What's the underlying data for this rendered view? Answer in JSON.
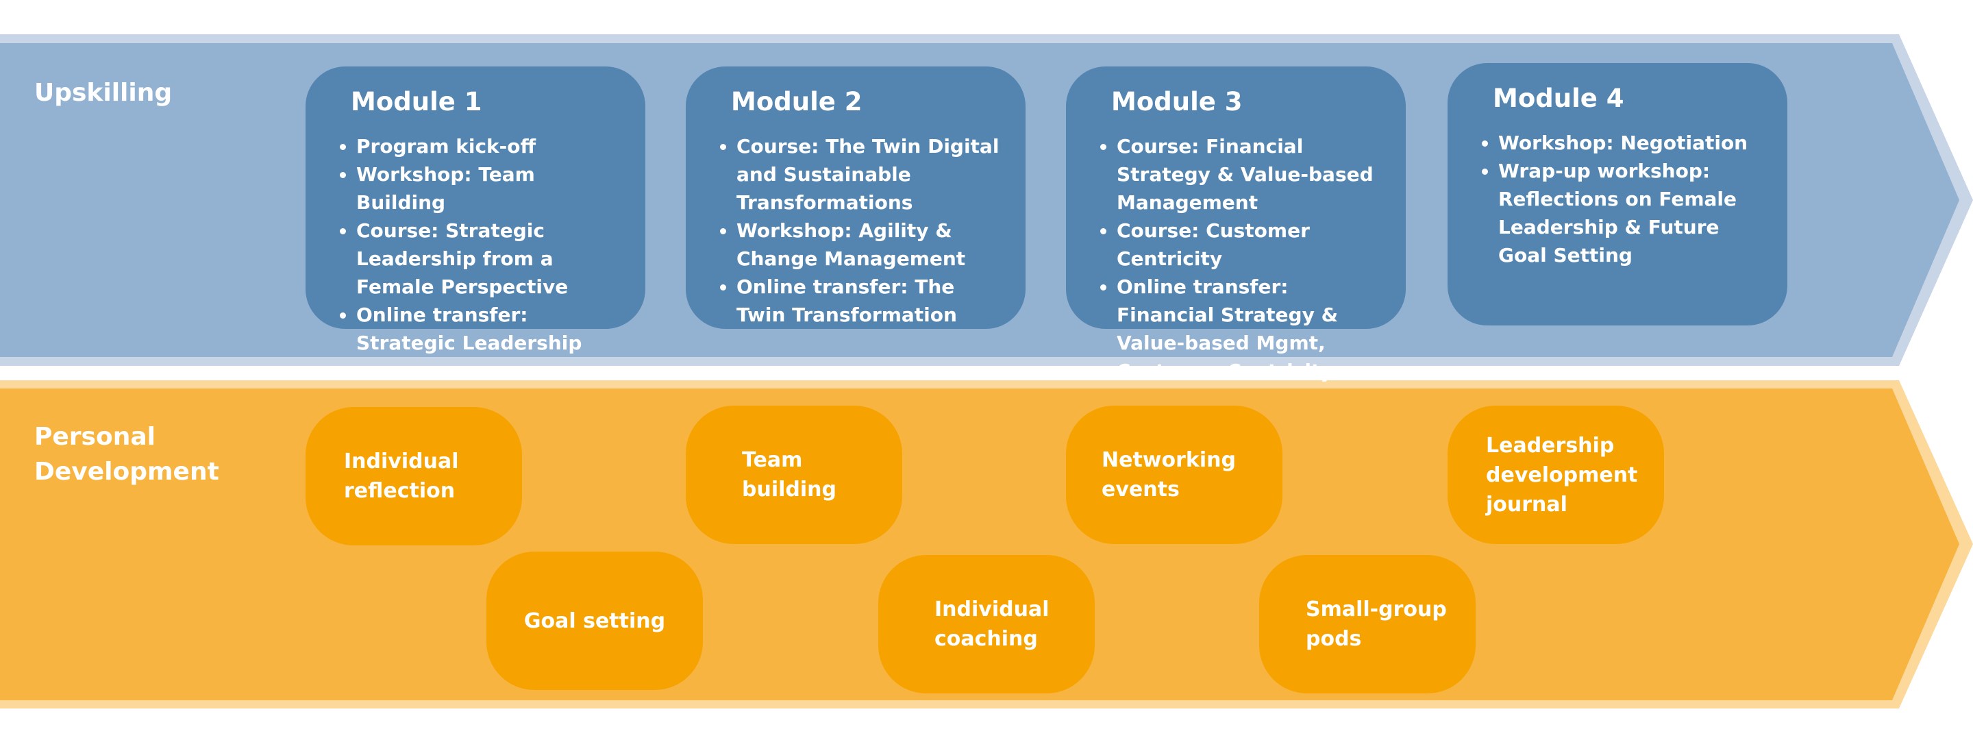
{
  "colors": {
    "upskilling_band": "#93b1d1",
    "upskilling_band_outline": "#c7d5e6",
    "module_box": "#5385b0",
    "personal_band": "#f8b440",
    "personal_band_outline": "#fcd99a",
    "pill_box": "#f6a200",
    "text": "#ffffff"
  },
  "upskilling": {
    "label": "Upskilling",
    "modules": [
      {
        "title": "Module 1",
        "items": [
          "Program kick-off",
          "Workshop: Team Building",
          "Course: Strategic Leadership from a Female Perspective",
          "Online transfer: Strategic Leadership"
        ]
      },
      {
        "title": "Module 2",
        "items": [
          "Course: The Twin Digital and Sustainable Transformations",
          "Workshop: Agility & Change Management",
          "Online transfer: The Twin Transformation"
        ]
      },
      {
        "title": "Module 3",
        "items": [
          "Course: Financial Strategy & Value-based Management",
          "Course: Customer Centricity",
          "Online transfer: Financial Strategy & Value-based Mgmt, Customer Centricity"
        ]
      },
      {
        "title": "Module 4",
        "items": [
          "Workshop: Negotiation",
          "Wrap-up workshop: Reflections on Female Leadership & Future Goal Setting"
        ]
      }
    ]
  },
  "personal_development": {
    "label": "Personal\nDevelopment",
    "activities": [
      "Individual\nreflection",
      "Goal setting",
      "Team\nbuilding",
      "Individual\ncoaching",
      "Networking\nevents",
      "Small-group\npods",
      "Leadership\ndevelopment\njournal"
    ]
  }
}
